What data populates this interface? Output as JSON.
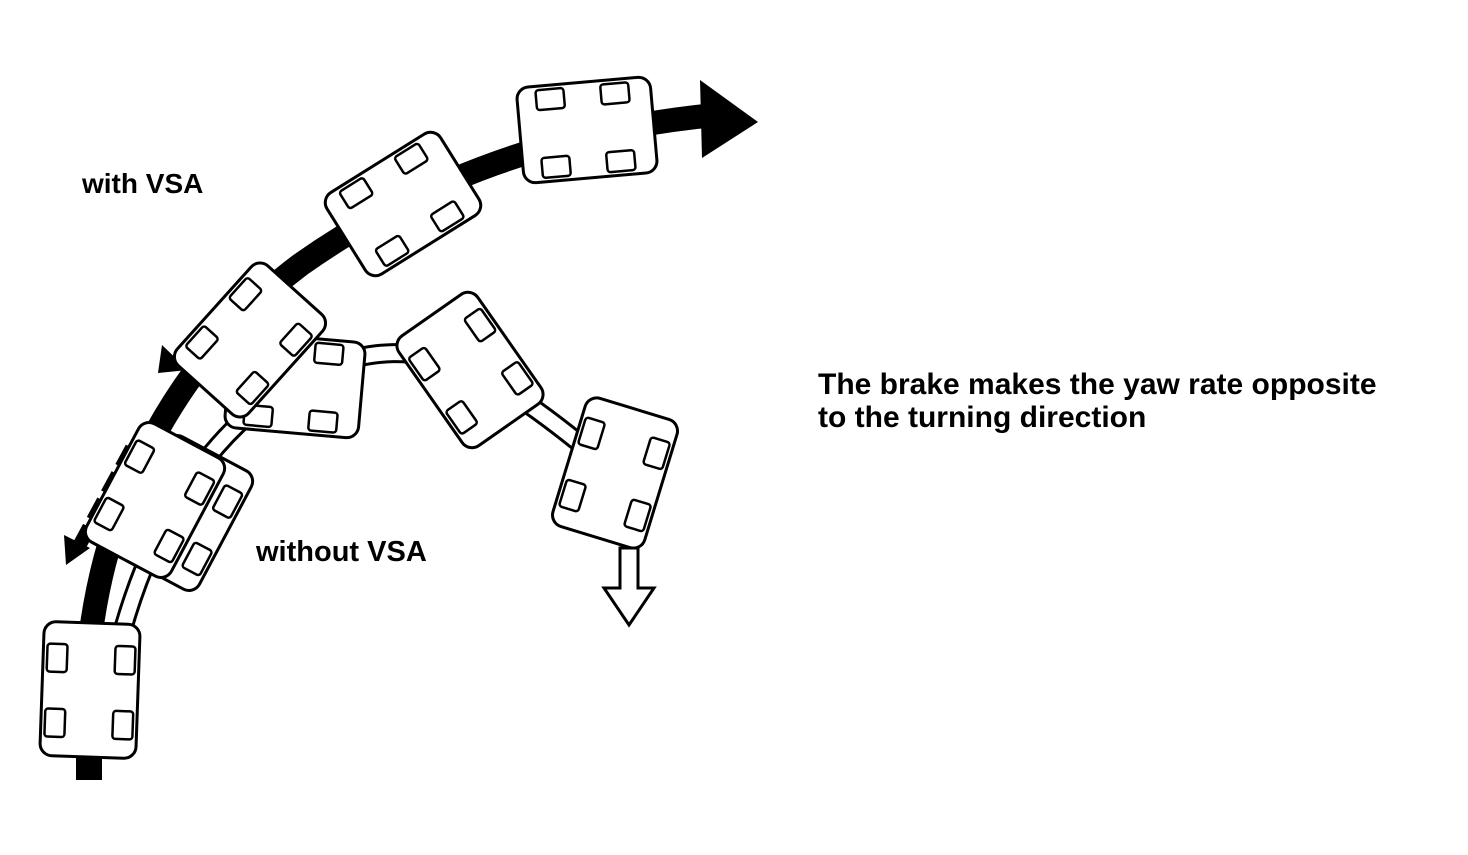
{
  "labels": {
    "with_vsa": "with VSA",
    "without_vsa": "without VSA",
    "caption_line1": "The brake makes the yaw rate opposite",
    "caption_line2": "to the turning direction"
  },
  "colors": {
    "ink": "#000000",
    "paper": "#ffffff"
  },
  "icons": {
    "path_arrow": "arrow-right-icon",
    "brake_arrow": "arrow-down-left-icon",
    "slide_arrow": "arrow-down-outline-icon"
  }
}
